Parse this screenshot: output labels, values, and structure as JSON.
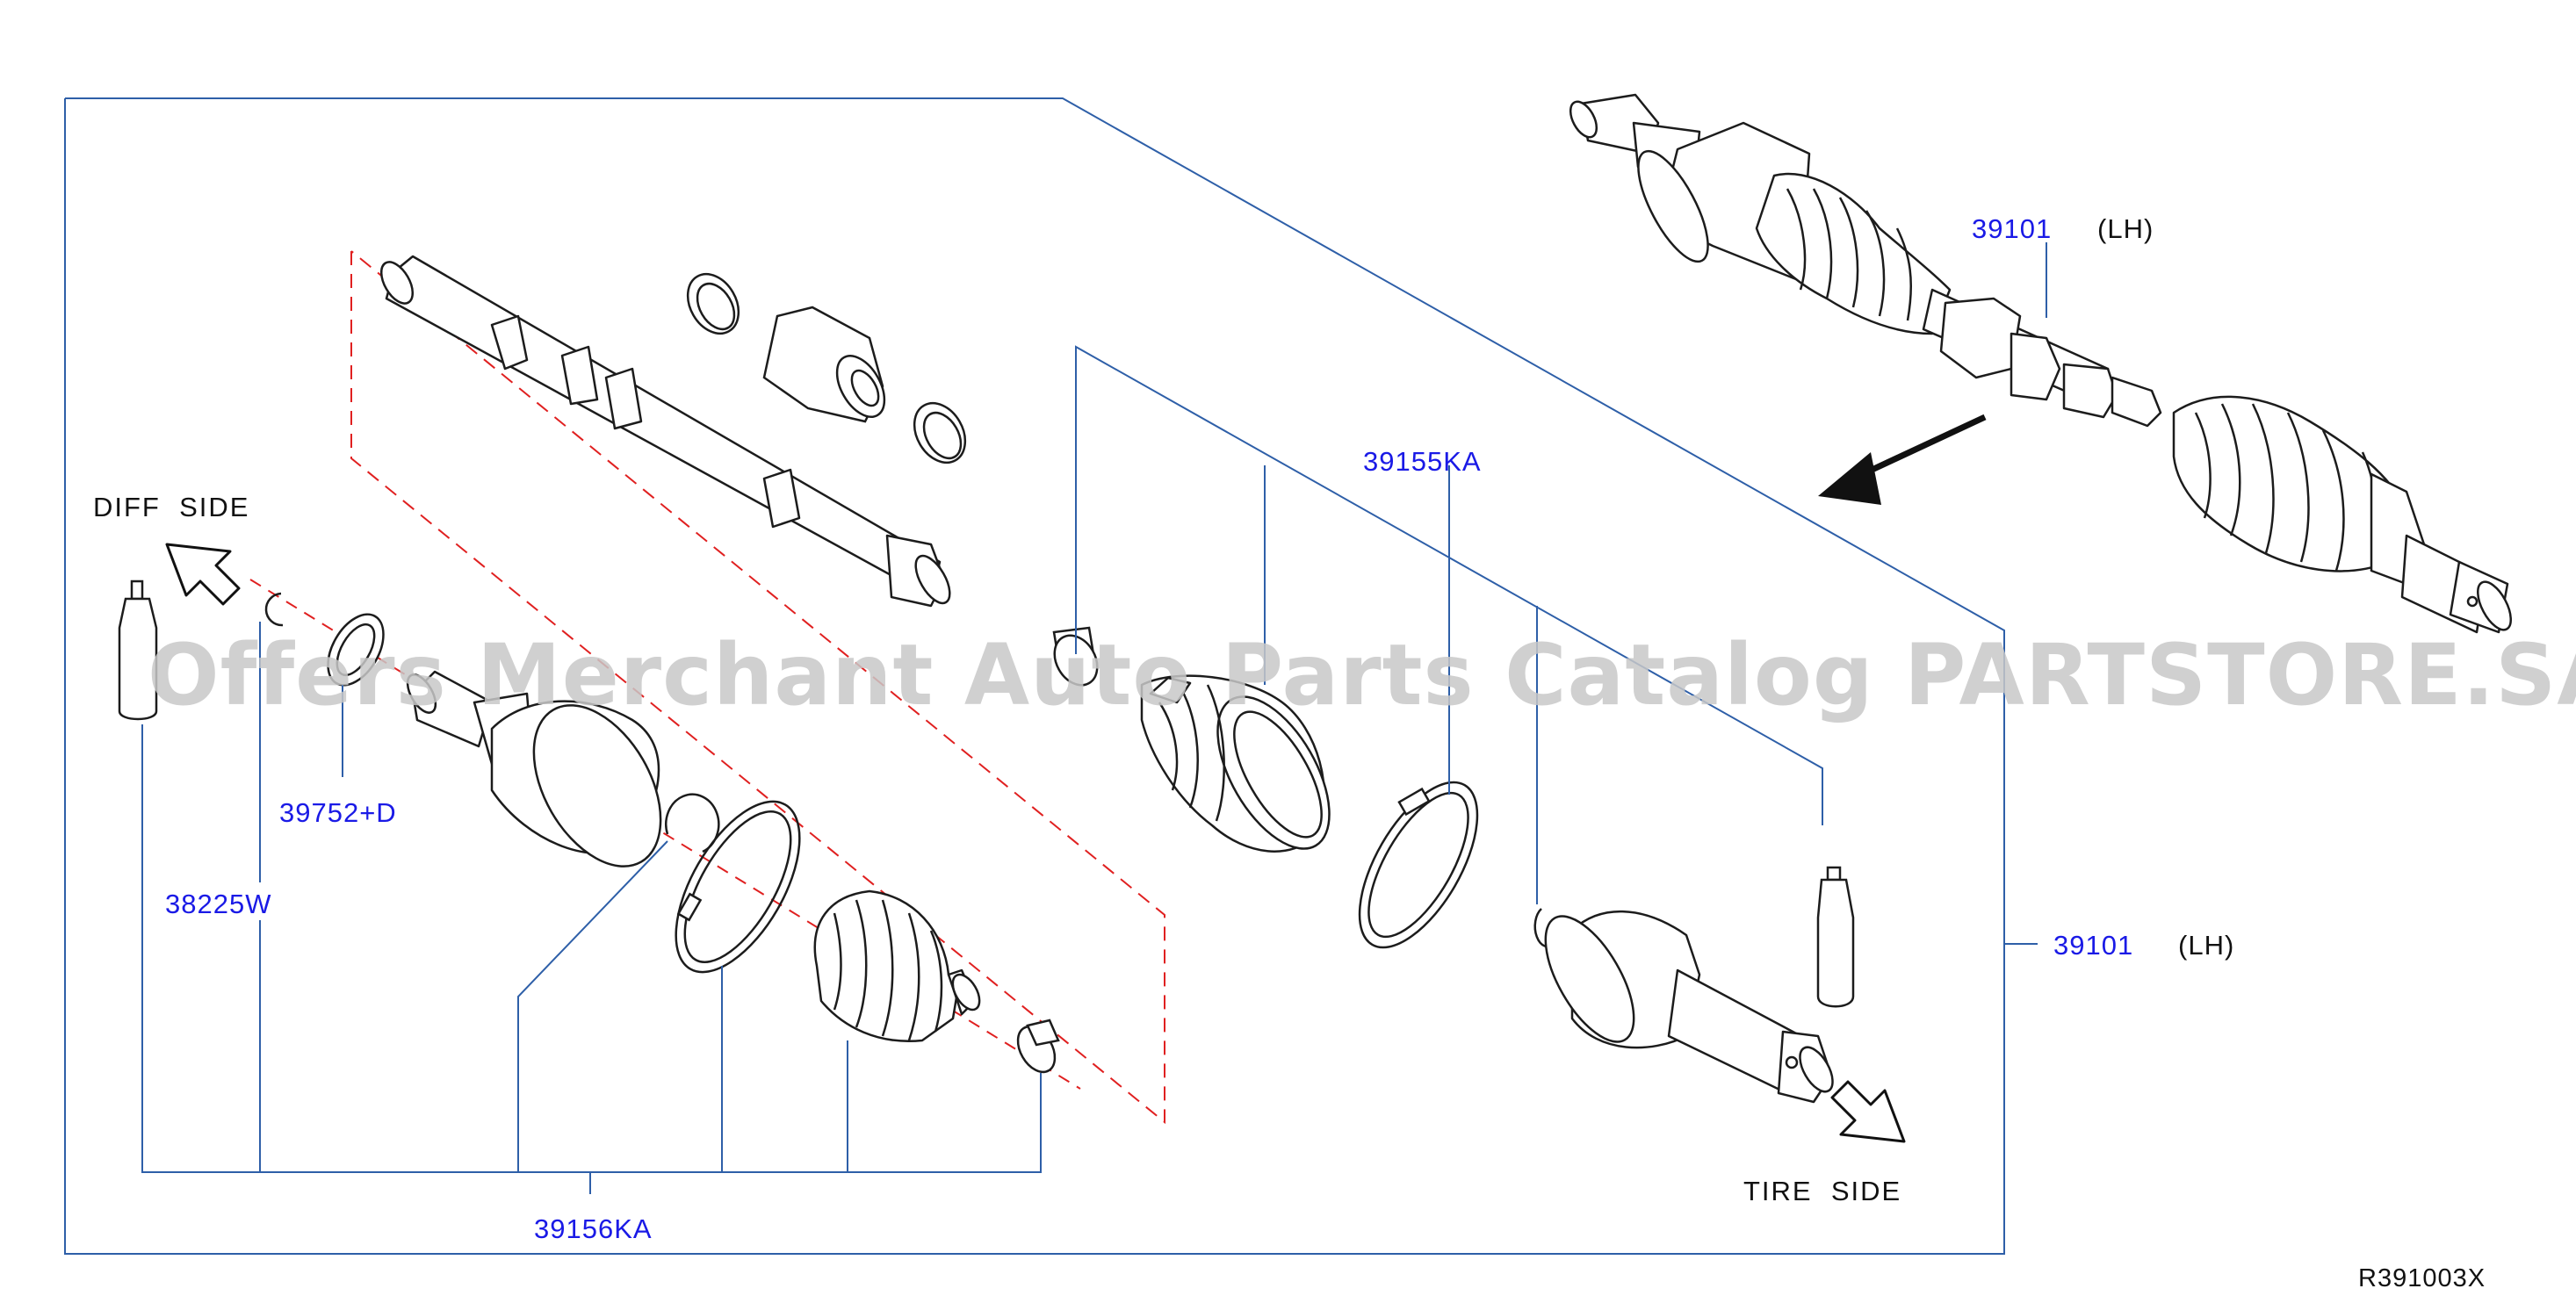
{
  "colors": {
    "callout_text": "#1a1ae6",
    "leader_line": "#2e5fa8",
    "border": "#2e5fa8",
    "dashed": "#e02020",
    "part_stroke": "#1c1c1c",
    "part_fill": "#ffffff",
    "watermark": "#c8c8c8",
    "text": "#111111"
  },
  "labels": {
    "diff_side": "DIFF  SIDE",
    "tire_side": "TIRE  SIDE",
    "ref_code": "R391003X",
    "watermark": "Offers Merchant Auto Parts Catalog PARTSTORE.SA"
  },
  "callouts": {
    "c39101_top": {
      "number": "39101",
      "suffix": "(LH)"
    },
    "c39101_right": {
      "number": "39101",
      "suffix": "(LH)"
    },
    "c39155KA": {
      "number": "39155KA"
    },
    "c39752D": {
      "number": "39752+D"
    },
    "c38225W": {
      "number": "38225W"
    },
    "c39156KA": {
      "number": "39156KA"
    }
  },
  "icons": {
    "diff_arrow": "hollow-arrow-up-left-icon",
    "tire_arrow": "hollow-arrow-down-right-icon",
    "direction_arrow": "solid-arrow-down-left-icon"
  }
}
